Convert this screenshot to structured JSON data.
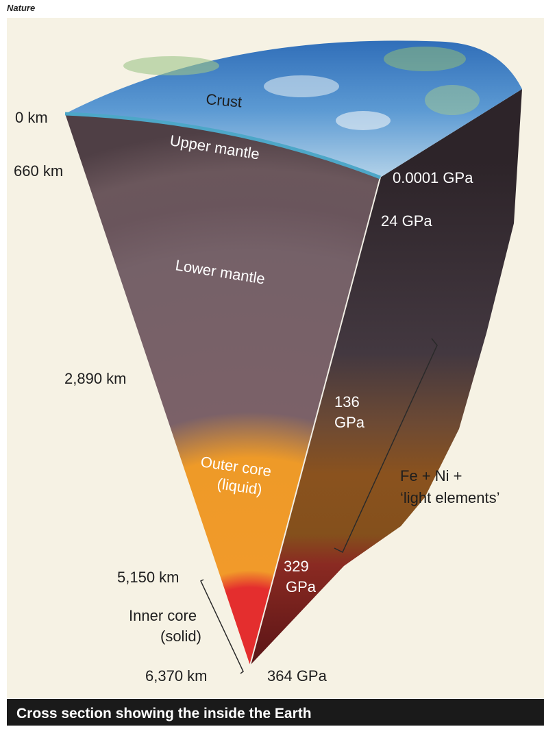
{
  "source": "Nature",
  "caption": "Cross section showing the inside the Earth",
  "layers": {
    "crust": "Crust",
    "upper_mantle": "Upper mantle",
    "lower_mantle": "Lower mantle",
    "outer_core_line1": "Outer core",
    "outer_core_line2": "(liquid)",
    "inner_core_line1": "Inner core",
    "inner_core_line2": "(solid)"
  },
  "depths": {
    "d0": "0 km",
    "d660": "660 km",
    "d2890": "2,890 km",
    "d5150": "5,150 km",
    "d6370": "6,370 km"
  },
  "pressures": {
    "p_surface": "0.0001 GPa",
    "p_24": "24 GPa",
    "p_136_line1": "136",
    "p_136_line2": "GPa",
    "p_329_line1": "329",
    "p_329_line2": "GPa",
    "p_364": "364 GPa"
  },
  "composition": {
    "line1": "Fe + Ni +",
    "line2": "‘light elements’"
  },
  "colors": {
    "background": "#f6f2e4",
    "mantle": "#6b5a60",
    "outer_core": "#e8921f",
    "inner_core": "#e33030",
    "ocean": "#3a7fbf",
    "caption_bar": "#1a1a1a"
  }
}
